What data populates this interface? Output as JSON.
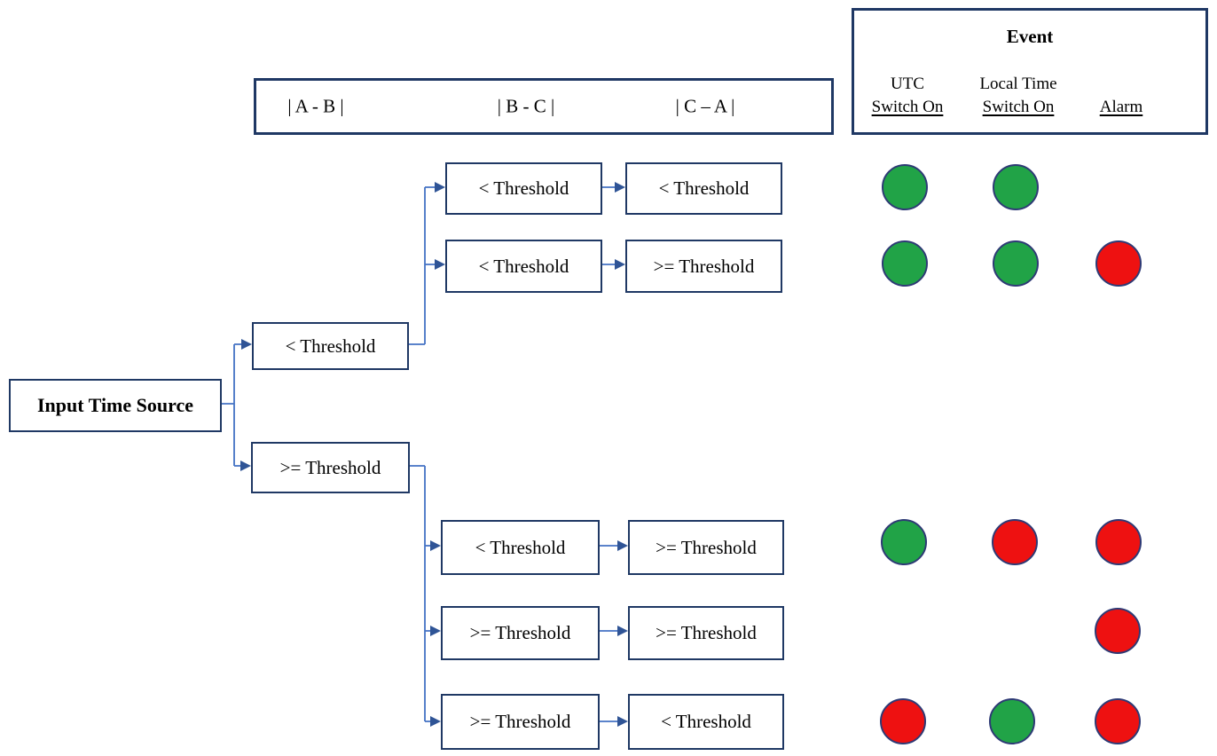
{
  "colors": {
    "switch_on_green": "#21A347",
    "alarm_red": "#EE1111",
    "box_border_navy": "#1F3864",
    "connector_blue": "#4472C4",
    "arrowhead_blue": "#2F5496",
    "circle_border": "#2E3A75"
  },
  "criteria_header": {
    "labels": [
      "| A - B |",
      "| B - C |",
      "| C – A |"
    ]
  },
  "event_header": {
    "title": "Event",
    "columns": [
      {
        "line1": "UTC",
        "line2": "Switch On"
      },
      {
        "line1": "Local Time",
        "line2": "Switch On"
      },
      {
        "line1": "",
        "line2": "Alarm"
      }
    ]
  },
  "tree": {
    "root": {
      "label": "Input Time Source"
    },
    "level1": [
      {
        "label": "< Threshold"
      },
      {
        "label": ">= Threshold"
      }
    ],
    "rows": [
      {
        "b_c": "< Threshold",
        "c_a": "< Threshold",
        "utc": "green",
        "local": "green",
        "alarm": "none"
      },
      {
        "b_c": "< Threshold",
        "c_a": ">= Threshold",
        "utc": "green",
        "local": "green",
        "alarm": "red"
      },
      {
        "b_c": "< Threshold",
        "c_a": ">= Threshold",
        "utc": "green",
        "local": "red",
        "alarm": "red"
      },
      {
        "b_c": ">= Threshold",
        "c_a": ">= Threshold",
        "utc": "none",
        "local": "none",
        "alarm": "red"
      },
      {
        "b_c": ">= Threshold",
        "c_a": "< Threshold",
        "utc": "red",
        "local": "green",
        "alarm": "red"
      }
    ]
  }
}
